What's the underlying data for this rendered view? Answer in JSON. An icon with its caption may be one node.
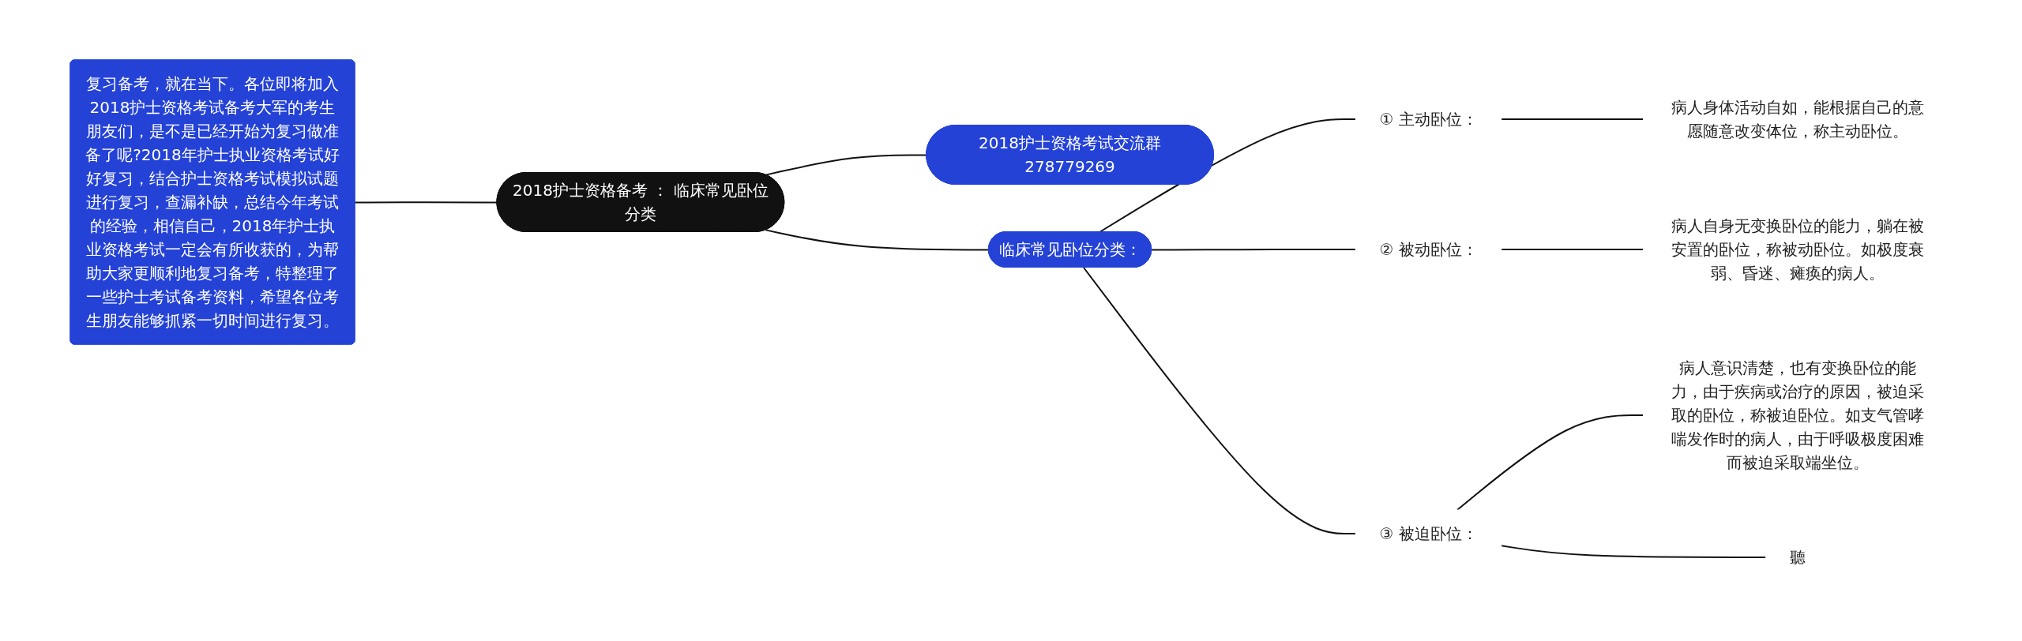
{
  "diagram": {
    "nodes": [
      {
        "text": [
          "2018护士资格备考 ： 临床常见卧位分类"
        ]
      },
      {
        "text": [
          "复习备考，就在当下。各位即将加入2018护士资格考试备考大军的考生朋友们，是不是已经开始为复习做准备了呢?2018年护士执业资格考试好好复习，结合护士资格考试模拟试题进行复习，查漏补缺，总结今年考试的经验，相信自己，2018年护士执业资格考试一定会有所收获的，为帮助大家更顺利地复习备考，特整理了一些护士考试备考资料，希望各位考生朋友能够抓紧一切时间进行复习。"
        ]
      },
      {
        "text": [
          "2018护士资格考试交流群278779269"
        ]
      },
      {
        "text": [
          "临床常见卧位分类："
        ]
      },
      {
        "text": [
          "① 主动卧位："
        ]
      },
      {
        "text": [
          "病人身体活动自如，能根据自己的意愿随意改变体位，称主动卧位。"
        ]
      },
      {
        "text": [
          "② 被动卧位："
        ]
      },
      {
        "text": [
          "病人自身无变换卧位的能力，躺在被安置的卧位，称被动卧位。如极度衰弱、昏迷、瘫痪的病人。"
        ]
      },
      {
        "text": [
          "③ 被迫卧位："
        ]
      },
      {
        "text": [
          "病人意识清楚，也有变换卧位的能力，由于疾病或治疗的原因，被迫采取的卧位，称被迫卧位。如支气管哮喘发作时的病人，由于呼吸极度困难而被迫采取端坐位。"
        ]
      },
      {
        "text": [
          "聽"
        ]
      }
    ],
    "edges": [
      {
        "from": 1,
        "to": 0,
        "arrow": "none"
      },
      {
        "from": 0,
        "to": 2,
        "arrow": "none"
      },
      {
        "from": 0,
        "to": 3,
        "arrow": "none"
      },
      {
        "from": 3,
        "to": 4,
        "arrow": "none"
      },
      {
        "from": 4,
        "to": 5,
        "arrow": "none"
      },
      {
        "from": 3,
        "to": 6,
        "arrow": "none"
      },
      {
        "from": 6,
        "to": 7,
        "arrow": "none"
      },
      {
        "from": 3,
        "to": 8,
        "arrow": "none"
      },
      {
        "from": 8,
        "to": 9,
        "arrow": "none"
      },
      {
        "from": 8,
        "to": 10,
        "arrow": "none"
      }
    ]
  }
}
